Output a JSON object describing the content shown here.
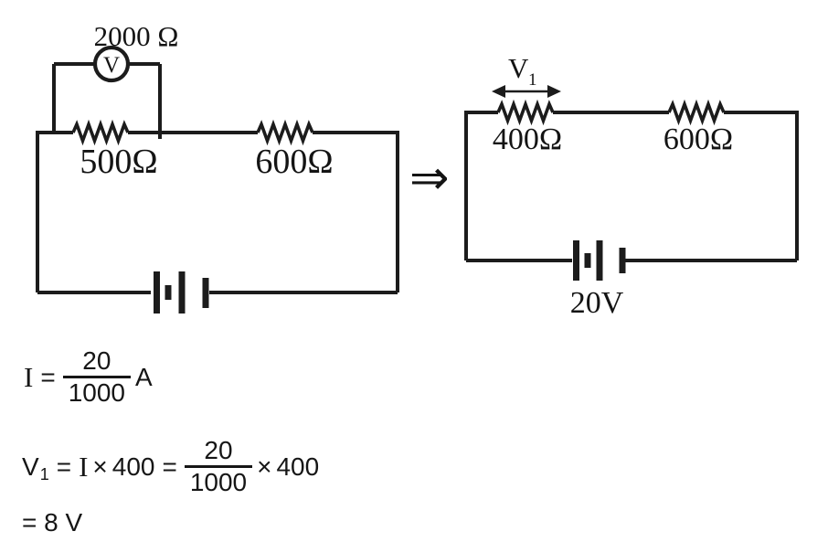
{
  "left_circuit": {
    "voltmeter_resistance": "2000 Ω",
    "voltmeter_symbol": "V",
    "resistor_1": "500Ω",
    "resistor_2": "600Ω"
  },
  "implies_symbol": "⇒",
  "right_circuit": {
    "v1_label": "V",
    "v1_subscript": "1",
    "resistor_1": "400Ω",
    "resistor_2": "600Ω",
    "battery_voltage": "20V"
  },
  "equations": {
    "line1": {
      "lhs": "I",
      "equals": "=",
      "fraction": {
        "numerator": "20",
        "denominator": "1000"
      },
      "unit": "A"
    },
    "line2": {
      "lhs": "V",
      "lhs_subscript": "1",
      "equals_1": "=",
      "current": "I",
      "multiply_1": "×",
      "resistance_1": "400",
      "equals_2": "=",
      "fraction": {
        "numerator": "20",
        "denominator": "1000"
      },
      "multiply_2": "×",
      "resistance_2": "400"
    },
    "line3": {
      "result": "= 8 V"
    }
  }
}
